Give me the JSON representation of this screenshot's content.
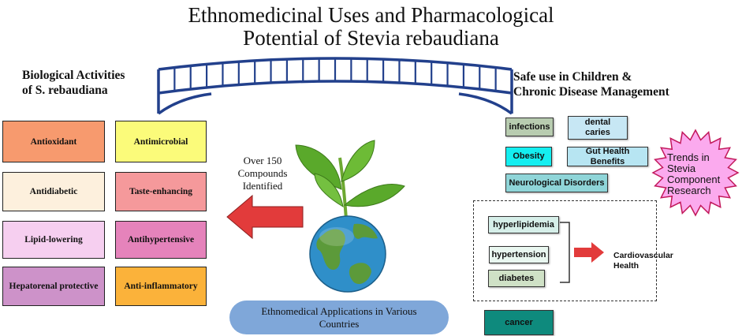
{
  "title": {
    "line1": "Ethnomedicinal Uses and Pharmacological",
    "line2": "Potential of Stevia rebaudiana"
  },
  "left_heading": {
    "line1": "Biological Activities",
    "line2": "of S. rebaudiana"
  },
  "right_heading": {
    "line1": "Safe use in Children &",
    "line2": "Chronic Disease Management"
  },
  "activities": [
    {
      "label": "Antioxidant",
      "color": "#f79a6e"
    },
    {
      "label": "Antimicrobial",
      "color": "#fbfb7a"
    },
    {
      "label": "Antidiabetic",
      "color": "#fdf0dd"
    },
    {
      "label": "Taste-enhancing",
      "color": "#f5999b"
    },
    {
      "label": "Lipid-lowering",
      "color": "#f6cff0"
    },
    {
      "label": "Antihypertensive",
      "color": "#e583bb"
    },
    {
      "label": "Hepatorenal protective",
      "color": "#cd92c9"
    },
    {
      "label": "Anti-inflammatory",
      "color": "#fbb23a"
    }
  ],
  "compounds": {
    "line1": "Over 150",
    "line2": "Compounds",
    "line3": "Identified"
  },
  "applications_label": "Ethnomedical Applications in Various Countries",
  "conditions": [
    {
      "label": "infections",
      "color": "#b8ccb0"
    },
    {
      "label": "dental caries",
      "color": "#c7e7f4"
    },
    {
      "label": "Obesity",
      "color": "#14eef0"
    },
    {
      "label": "Gut Health Benefits",
      "color": "#b7e5f2"
    },
    {
      "label": "Neurological Disorders",
      "color": "#8fd5d8"
    },
    {
      "label": "hyperlipidemia",
      "color": "#d6efe9"
    },
    {
      "label": "hypertension",
      "color": "#e9f7f0"
    },
    {
      "label": "diabetes",
      "color": "#cfe1c6"
    },
    {
      "label": "cancer",
      "color": "#0e8a7d"
    }
  ],
  "cardio_label": "Cardiovascular Health",
  "trends": {
    "line1": "Trends in",
    "line2": "Stevia",
    "line3": "Component",
    "line4": "Research",
    "color": "#fbaaee"
  },
  "colors": {
    "bridge": "#22408c",
    "arrow_red": "#e23b3b",
    "globe_ocean": "#2f8fc9",
    "globe_land": "#5c9a3a",
    "leaf": "#5aa92b"
  }
}
